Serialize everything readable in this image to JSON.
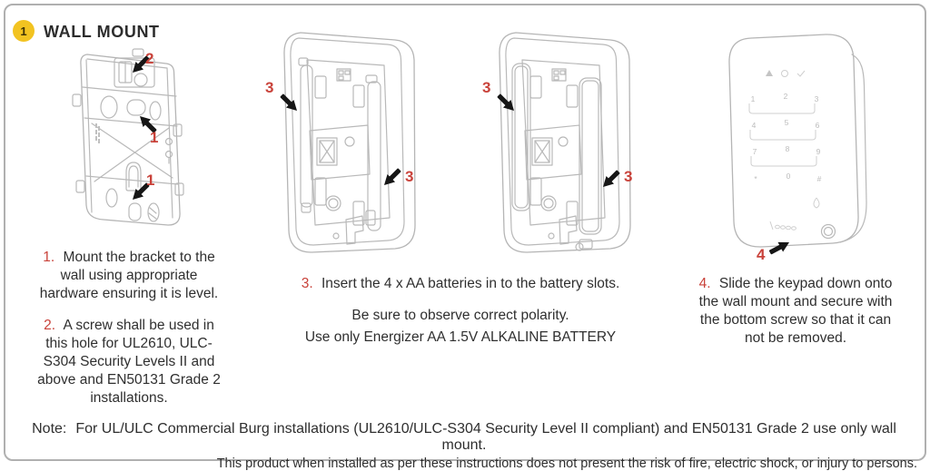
{
  "header": {
    "badge": "1",
    "title": "WALL MOUNT"
  },
  "instructions": {
    "step1": {
      "num": "1.",
      "text": "Mount the bracket to the\nwall using appropriate\nhardware ensuring it is level."
    },
    "step2": {
      "num": "2.",
      "text": "A screw shall be used in\nthis hole for UL2610, ULC-\nS304 Security Levels II and\nabove and EN50131 Grade 2\ninstallations."
    },
    "step3": {
      "num": "3.",
      "text": "Insert the 4 x AA batteries in to the battery slots."
    },
    "step3_note1": "Be sure to observe correct polarity.",
    "step3_note2": "Use only Energizer AA 1.5V ALKALINE BATTERY",
    "step4": {
      "num": "4.",
      "text": "Slide the keypad down onto\nthe wall mount and secure with\nthe bottom screw so that it can\nnot be removed."
    }
  },
  "callouts": {
    "bracket_screw": "2",
    "bracket_hole": "1",
    "bracket_bottom": "1",
    "bat1_left": "3",
    "bat1_right": "3",
    "bat2_left": "3",
    "bat2_right": "3",
    "keypad_slide": "4"
  },
  "figures": {
    "keypad": {
      "keys": [
        [
          "1",
          "2",
          "3"
        ],
        [
          "4",
          "5",
          "6"
        ],
        [
          "7",
          "8",
          "9"
        ],
        [
          "*",
          "0",
          "#"
        ]
      ]
    }
  },
  "note": {
    "label": "Note:",
    "line1": "For UL/ULC Commercial Burg installations (UL2610/ULC-S304 Security Level II compliant) and EN50131 Grade 2 use only wall mount.",
    "line2": "This product when installed as per these instructions does not present the risk of fire, electric shock, or injury to persons."
  },
  "colors": {
    "accent_yellow": "#f2c321",
    "callout_red": "#c9423a",
    "line_art_gray": "#b9b9b9",
    "text": "#2f2f2f"
  }
}
